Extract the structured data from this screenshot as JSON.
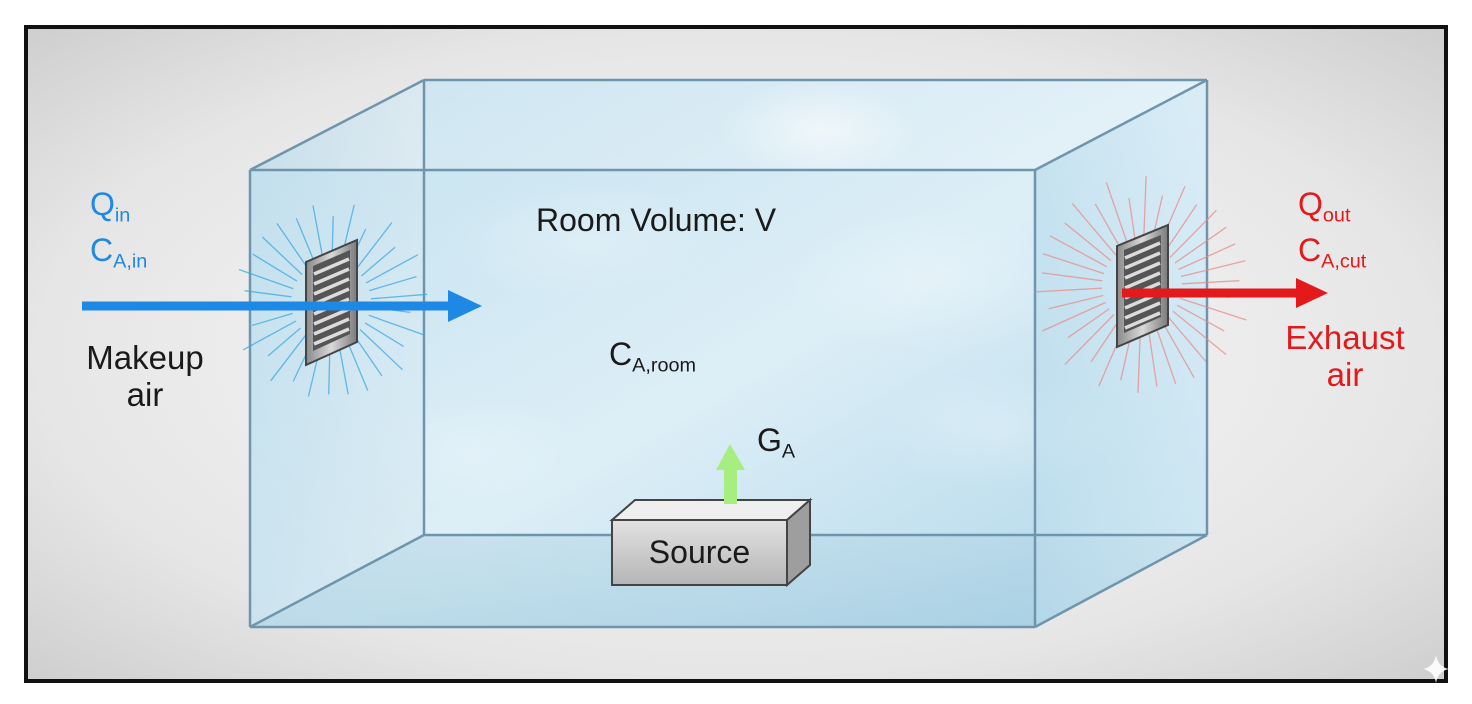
{
  "room": {
    "volume_label": "Room Volume: V",
    "concentration": {
      "base": "C",
      "sub": "A,room"
    }
  },
  "inlet": {
    "flow": {
      "base": "Q",
      "sub": "in"
    },
    "concentration": {
      "base": "C",
      "sub": "A,in"
    },
    "caption_line1": "Makeup",
    "caption_line2": "air"
  },
  "outlet": {
    "flow": {
      "base": "Q",
      "sub": "out"
    },
    "concentration": {
      "base": "C",
      "sub": "A,cut"
    },
    "caption_line1": "Exhaust",
    "caption_line2": "air"
  },
  "source": {
    "label": "Source",
    "generation": {
      "base": "G",
      "sub": "A"
    }
  },
  "colors": {
    "inlet": "#1e88e5",
    "outlet": "#e3191c",
    "generation_arrow": "#a6ee80",
    "room_fill": "#bfe0ef",
    "room_edge": "#6f95ad",
    "frame": "#111111"
  },
  "icons": {
    "inlet_vent": "louver-vent-icon",
    "outlet_vent": "louver-vent-icon",
    "corner_mark": "sparkle-icon"
  }
}
